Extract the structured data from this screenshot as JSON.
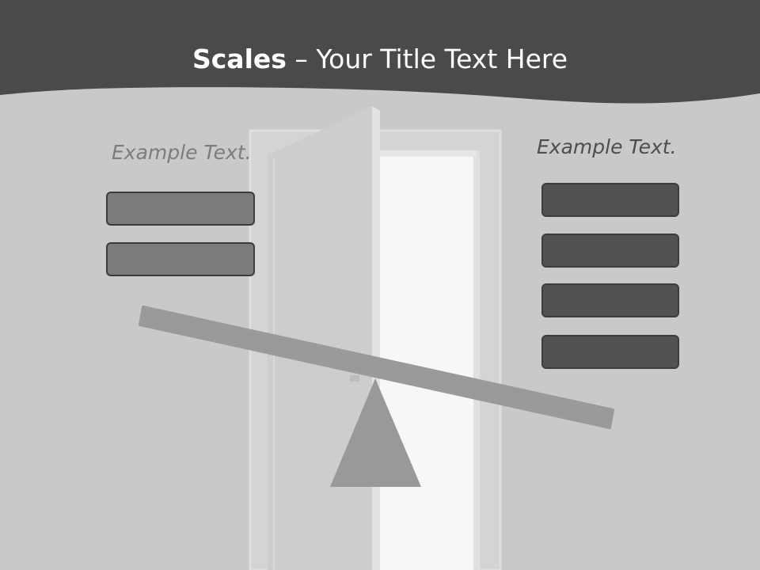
{
  "slide": {
    "title_bold": "Scales",
    "title_rest": " – Your Title Text Here",
    "left_heading": "Example Text.",
    "right_heading": "Example Text.",
    "left_boxes": [
      "",
      ""
    ],
    "right_boxes": [
      "",
      "",
      "",
      ""
    ]
  },
  "colors": {
    "header_band": "#4a4a4a",
    "background": "#c9c9c9",
    "door_opening": "#f7f7f7",
    "beam": "#999999",
    "fulcrum": "#999999",
    "left_box_fill": "#7b7b7b",
    "right_box_fill": "#525252"
  },
  "icons": {
    "fulcrum": "triangle-fulcrum",
    "beam": "tilted-seesaw-beam",
    "background_image": "open-door"
  }
}
